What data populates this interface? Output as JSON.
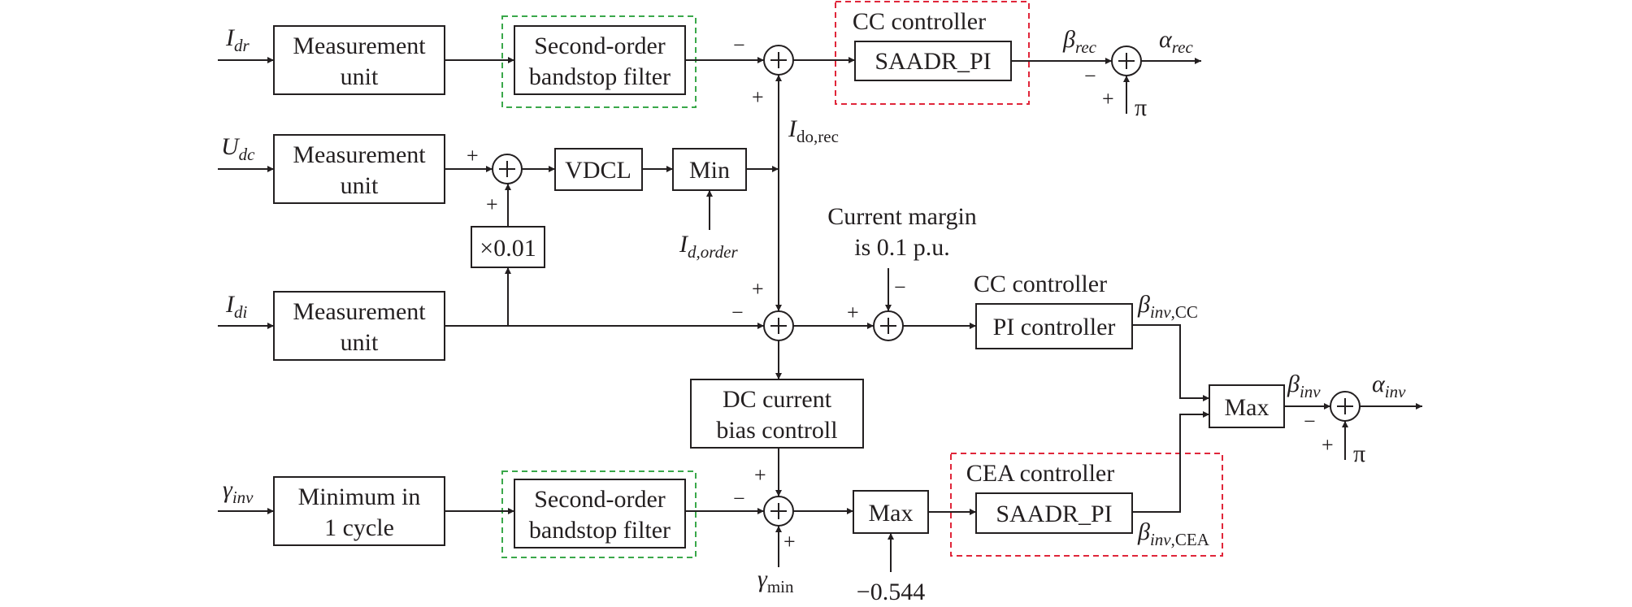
{
  "blocks": {
    "meas_dr_l1": "Measurement",
    "meas_dr_l2": "unit",
    "bsf_top_l1": "Second-order",
    "bsf_top_l2": "bandstop filter",
    "cc_rec_title": "CC controller",
    "saadr_rec": "SAADR_PI",
    "meas_dc_l1": "Measurement",
    "meas_dc_l2": "unit",
    "vdcl": "VDCL",
    "min": "Min",
    "gain": "×0.01",
    "meas_di_l1": "Measurement",
    "meas_di_l2": "unit",
    "cc_inv_title": "CC controller",
    "pi_ctrl": "PI controller",
    "max_right": "Max",
    "dcbias_l1": "DC current",
    "dcbias_l2": "bias controll",
    "minimum_l1": "Minimum in",
    "minimum_l2": "1 cycle",
    "bsf_bot_l1": "Second-order",
    "bsf_bot_l2": "bandstop filter",
    "max_bot": "Max",
    "cea_title": "CEA controller",
    "saadr_inv": "SAADR_PI"
  },
  "signals": {
    "Idr": {
      "main": "I",
      "sub": "dr"
    },
    "Udc": {
      "main": "U",
      "sub": "dc"
    },
    "Idi": {
      "main": "I",
      "sub": "di"
    },
    "gamma_inv": {
      "main": "γ",
      "sub": "inv"
    },
    "beta_rec": {
      "main": "β",
      "sub": "rec"
    },
    "alpha_rec": {
      "main": "α",
      "sub": "rec"
    },
    "Ido_rec": {
      "main": "I",
      "sub": "do,rec"
    },
    "Id_order": {
      "main": "I",
      "sub": "d,order"
    },
    "beta_inv_cc": {
      "main": "β",
      "sub": "inv",
      "sub2": ",CC"
    },
    "beta_inv": {
      "main": "β",
      "sub": "inv"
    },
    "alpha_inv": {
      "main": "α",
      "sub": "inv"
    },
    "beta_inv_cea": {
      "main": "β",
      "sub": "inv",
      "sub2": ",CEA"
    },
    "gamma_min": {
      "main": "γ",
      "sub": "min"
    }
  },
  "constants": {
    "pi_top": "π",
    "pi_bottom": "π",
    "neg_const": "−0.544",
    "margin_l1": "Current margin",
    "margin_l2": "is 0.1 p.u."
  },
  "signs": {
    "plus": "+",
    "minus": "−"
  },
  "colors": {
    "ink": "#231f20",
    "filter_box": "#3aa84a",
    "controller_box": "#e0263a"
  }
}
